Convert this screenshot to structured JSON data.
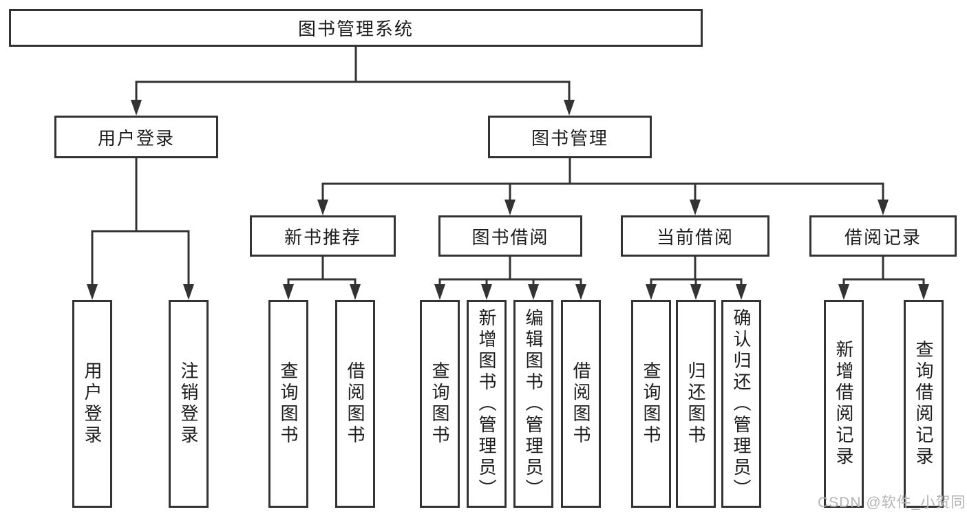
{
  "tree": {
    "label": "图书管理系统",
    "children": [
      {
        "label": "用户登录",
        "children": [
          {
            "label": "用户登录"
          },
          {
            "label": "注销登录"
          }
        ]
      },
      {
        "label": "图书管理",
        "children": [
          {
            "label": "新书推荐",
            "children": [
              {
                "label": "查询图书"
              },
              {
                "label": "借阅图书"
              }
            ]
          },
          {
            "label": "图书借阅",
            "children": [
              {
                "label": "查询图书"
              },
              {
                "label": "新增图书（管理员）"
              },
              {
                "label": "编辑图书（管理员）"
              },
              {
                "label": "借阅图书"
              }
            ]
          },
          {
            "label": "当前借阅",
            "children": [
              {
                "label": "查询图书"
              },
              {
                "label": "归还图书"
              },
              {
                "label": "确认归还（管理员）"
              }
            ]
          },
          {
            "label": "借阅记录",
            "children": [
              {
                "label": "新增借阅记录"
              },
              {
                "label": "查询借阅记录"
              }
            ]
          }
        ]
      }
    ]
  },
  "watermark": {
    "text": "CSDN @软件_小贺同学"
  },
  "colors": {
    "line": "#333333",
    "text": "#1c1c1c",
    "watermark": "#b3b3b3",
    "background": "#ffffff"
  }
}
